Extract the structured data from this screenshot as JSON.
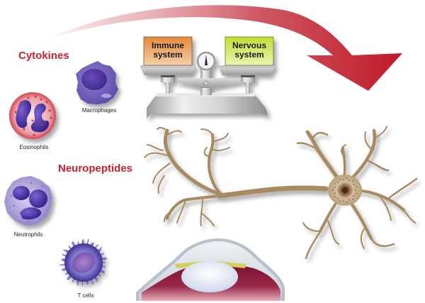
{
  "figure": {
    "arrow": {
      "direction": "left-to-right curved",
      "color": "#c41f2f"
    },
    "scale": {
      "left_pan_label": "Immune system",
      "left_pan_lines": [
        "Immune",
        "system"
      ],
      "left_pan_color": "#e08a3c",
      "right_pan_label": "Nervous system",
      "right_pan_lines": [
        "Nervous",
        "system"
      ],
      "right_pan_color": "#c6de38"
    },
    "mediators": {
      "cytokines": "Cytokines",
      "neuropeptides": "Neuropeptides",
      "label_color": "#c8202e"
    },
    "cells": [
      {
        "id": "macrophages",
        "label": "Macrophages"
      },
      {
        "id": "eosinophils",
        "label": "Eosinophils"
      },
      {
        "id": "neutrophils",
        "label": "Neutrophils"
      },
      {
        "id": "t-cells",
        "label": "T cells"
      }
    ],
    "neuron": {
      "color": "#a88a60"
    },
    "eye": {
      "structure": "anterior eye cross-section (cornea)"
    }
  }
}
